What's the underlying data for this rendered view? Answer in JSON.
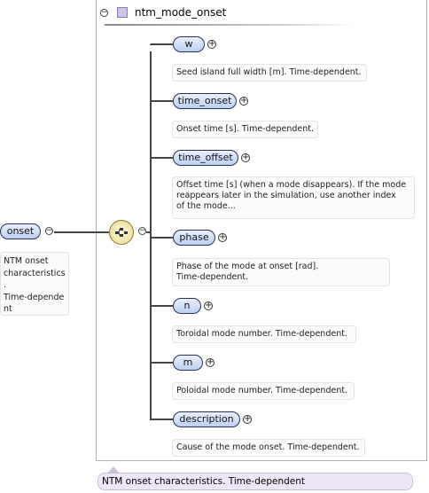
{
  "type_name": "ntm_mode_onset",
  "root": {
    "label": "onset",
    "doc": [
      "NTM onset",
      "characteristics",
      ".",
      "Time-depende",
      "nt"
    ]
  },
  "elements": [
    {
      "label": "w",
      "doc": [
        "Seed island full width [m]. Time-dependent."
      ]
    },
    {
      "label": "time_onset",
      "doc": [
        "Onset time [s]. Time-dependent."
      ]
    },
    {
      "label": "time_offset",
      "doc": [
        "Offset time [s] (when a mode disappears). If the mode",
        "reappears later in the simulation, use another index",
        "of the mode..."
      ]
    },
    {
      "label": "phase",
      "doc": [
        "Phase of the mode at onset [rad].",
        "Time-dependent."
      ]
    },
    {
      "label": "n",
      "doc": [
        "Toroidal mode number. Time-dependent."
      ]
    },
    {
      "label": "m",
      "doc": [
        "Poloidal mode number. Time-dependent."
      ]
    },
    {
      "label": "description",
      "doc": [
        "Cause of the mode onset. Time-dependent."
      ]
    }
  ],
  "type_doc": "NTM onset characteristics. Time-dependent",
  "glyphs": {
    "collapse": "⊖",
    "expand": "⊕"
  }
}
